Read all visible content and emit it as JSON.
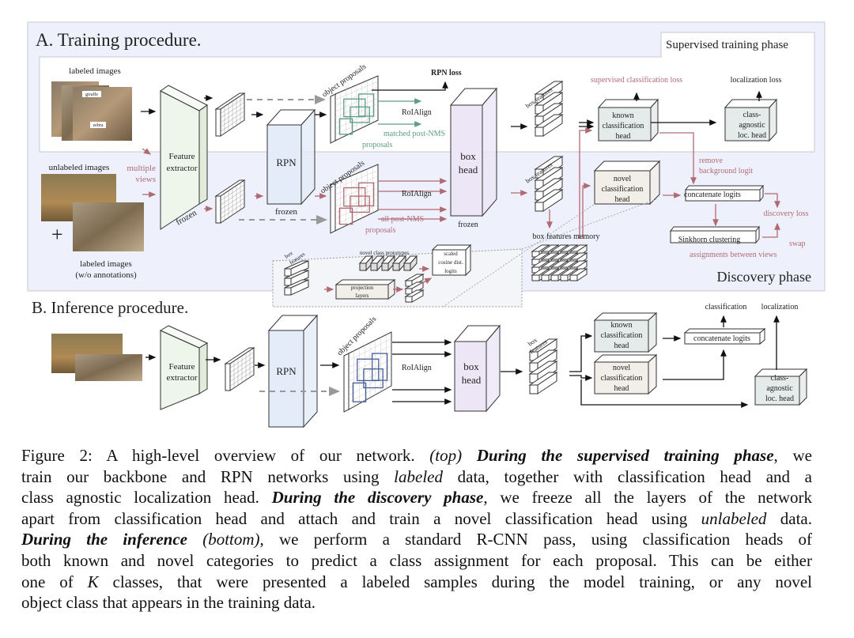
{
  "training": {
    "title": "A. Training procedure.",
    "supervised_phase": "Supervised training phase",
    "discovery_phase": "Discovery phase",
    "labeled_images": "labeled images",
    "giraffe": "giraffe",
    "zebra": "zebra",
    "unlabeled_images": "unlabeled images",
    "multiple_views": [
      "multiple",
      "views"
    ],
    "labeled_images_wo": [
      "labeled images",
      "(w/o annotations)"
    ],
    "feature_extractor": [
      "Feature",
      "extractor"
    ],
    "frozen": "frozen",
    "rpn": "RPN",
    "object_proposals": "object proposals",
    "rpn_loss": "RPN loss",
    "roialign": "RoIAlign",
    "matched": [
      "matched post-NMS",
      "proposals"
    ],
    "all_post": [
      "all post-NMS",
      "proposals"
    ],
    "box_head": [
      "box",
      "head"
    ],
    "box_features": "box features",
    "supervised_cls_loss": "supervised classification loss",
    "localization_loss": "localization loss",
    "known_head": [
      "known",
      "classification",
      "head"
    ],
    "loc_head": [
      "class-",
      "agnostic",
      "loc. head"
    ],
    "remove_bg": [
      "remove",
      "background logit"
    ],
    "novel_head": [
      "novel",
      "classification",
      "head"
    ],
    "concat": "concatenate logits",
    "discovery_loss": "discovery loss",
    "sinkhorn": "Sinkhorn clustering",
    "swap": [
      "swap",
      "assignments between views"
    ],
    "memory": "box features memory",
    "inset": {
      "box_features": [
        "box",
        "features"
      ],
      "prototypes": "novel class prototypes",
      "projection": [
        "projection",
        "layers"
      ],
      "logits": [
        "scaled",
        "cosine dist.",
        "logits"
      ]
    }
  },
  "inference": {
    "title": "B. Inference procedure.",
    "feature_extractor": [
      "Feature",
      "extractor"
    ],
    "rpn": "RPN",
    "object_proposals": "object proposals",
    "roialign": "RoIAlign",
    "box_head": [
      "box",
      "head"
    ],
    "box_features": [
      "box",
      "features"
    ],
    "known_head": [
      "known",
      "classification",
      "head"
    ],
    "novel_head": [
      "novel",
      "classification",
      "head"
    ],
    "concat": "concatenate logits",
    "loc_head": [
      "class-",
      "agnostic",
      "loc. head"
    ],
    "classification": "classification",
    "localization": "localization"
  },
  "caption": {
    "lines": [
      [
        {
          "t": "Figure 2:   A high-level overview of our network. ",
          "s": "n"
        },
        {
          "t": "(top) ",
          "s": "i"
        },
        {
          "t": "During the supervised training phase",
          "s": "bi"
        },
        {
          "t": ", we",
          "s": "n"
        }
      ],
      [
        {
          "t": "train our backbone and RPN networks using ",
          "s": "n"
        },
        {
          "t": "labeled",
          "s": "i"
        },
        {
          "t": " data, together with classification head and a",
          "s": "n"
        }
      ],
      [
        {
          "t": "class agnostic localization head. ",
          "s": "n"
        },
        {
          "t": "During the discovery phase",
          "s": "bi"
        },
        {
          "t": ", we freeze all the layers of the network",
          "s": "n"
        }
      ],
      [
        {
          "t": "apart from classification head and attach and train a novel classification head using ",
          "s": "n"
        },
        {
          "t": "unlabeled",
          "s": "i"
        },
        {
          "t": " data.",
          "s": "n"
        }
      ],
      [
        {
          "t": "During the inference",
          "s": "bi"
        },
        {
          "t": " (bottom)",
          "s": "i"
        },
        {
          "t": ", we perform a standard R-CNN pass, using classification heads of",
          "s": "n"
        }
      ],
      [
        {
          "t": "both known and novel categories to predict a class assignment for each proposal. This can be either",
          "s": "n"
        }
      ],
      [
        {
          "t": "one of ",
          "s": "n"
        },
        {
          "t": "K",
          "s": "i"
        },
        {
          "t": " classes, that were presented a labeled samples during the model training, or any novel",
          "s": "n"
        }
      ],
      [
        {
          "t": "object class that appears in the training data.",
          "s": "n"
        }
      ]
    ]
  },
  "colors": {
    "panel": "#eef1fb",
    "discovery_arrow": "#b06a74",
    "matched_arrow": "#5e9c88",
    "inference_proposals": "#4a5f9a",
    "feature_extractor": "#eef5ea",
    "rpn": "#e3ecf8",
    "box_head": "#ece6f6",
    "known_head": "#e5ebea",
    "novel_head": "#f2eee8"
  }
}
